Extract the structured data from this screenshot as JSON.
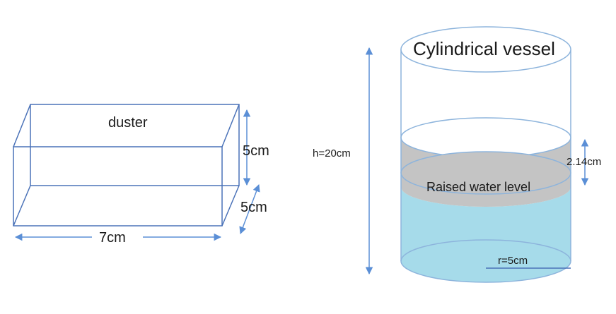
{
  "cuboid": {
    "label": "duster",
    "length": "7cm",
    "height": "5cm",
    "depth": "5cm"
  },
  "cylinder": {
    "title": "Cylindrical vessel",
    "height": "h=20cm",
    "rise": "2.14cm",
    "band_label": "Raised water level",
    "radius": "r=5cm"
  },
  "colors": {
    "outline": "#4a72b8",
    "arrow": "#5b8fd6",
    "water": "#a6dbea",
    "raised_band": "#c4c4c4",
    "cylinder_outline": "#8db4dc"
  }
}
